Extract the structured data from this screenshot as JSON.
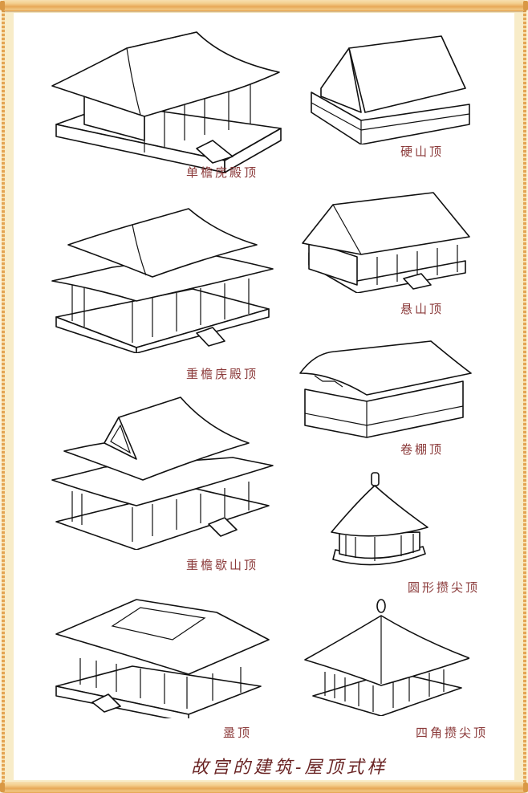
{
  "frame": {
    "style": "scroll",
    "rod_color": "#e7a857",
    "paper_color": "#f8ecc8",
    "canvas_color": "#ffffff"
  },
  "title": "故宫的建筑-屋顶式样",
  "label_color": "#8b3a3a",
  "figures": [
    {
      "id": "single-eave-hip",
      "label": "单檐庑殿顶",
      "column": "left",
      "row": 1
    },
    {
      "id": "hard-gable",
      "label": "硬山顶",
      "column": "right",
      "row": 1
    },
    {
      "id": "double-eave-hip",
      "label": "重檐庑殿顶",
      "column": "left",
      "row": 2
    },
    {
      "id": "overhanging-gable",
      "label": "悬山顶",
      "column": "right",
      "row": 2
    },
    {
      "id": "rolled-ridge",
      "label": "卷棚顶",
      "column": "right",
      "row": 3
    },
    {
      "id": "double-eave-hip-gable",
      "label": "重檐歇山顶",
      "column": "left",
      "row": 3
    },
    {
      "id": "round-pyramidal",
      "label": "圆形攒尖顶",
      "column": "right",
      "row": 4
    },
    {
      "id": "flat-top-hip",
      "label": "盝顶",
      "column": "left",
      "row": 4
    },
    {
      "id": "square-pyramidal",
      "label": "四角攒尖顶",
      "column": "right",
      "row": 5
    }
  ]
}
